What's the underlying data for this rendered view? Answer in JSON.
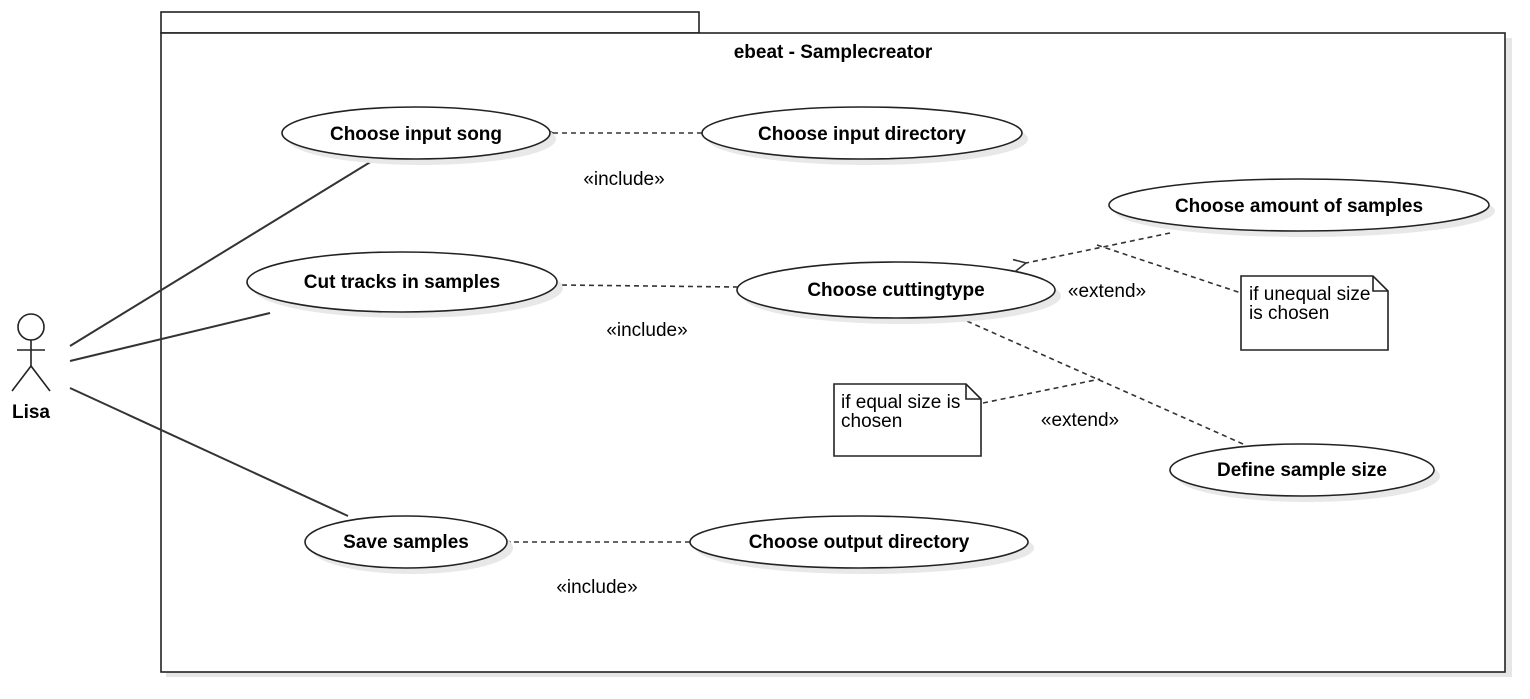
{
  "system": {
    "title": "ebeat - Samplecreator"
  },
  "actor": {
    "name": "Lisa"
  },
  "use_cases": {
    "choose_input_song": "Choose input song",
    "choose_input_directory": "Choose input directory",
    "cut_tracks_in_samples": "Cut tracks in samples",
    "choose_cuttingtype": "Choose cuttingtype",
    "choose_amount_of_samples": "Choose amount of samples",
    "define_sample_size": "Define sample size",
    "save_samples": "Save samples",
    "choose_output_directory": "Choose output directory"
  },
  "relations": {
    "include_1": "«include»",
    "include_2": "«include»",
    "include_3": "«include»",
    "extend_1": "«extend»",
    "extend_2": "«extend»"
  },
  "notes": {
    "unequal_line1": "if unequal size",
    "unequal_line2": "is chosen",
    "equal_line1": "if equal size is",
    "equal_line2": "chosen"
  }
}
